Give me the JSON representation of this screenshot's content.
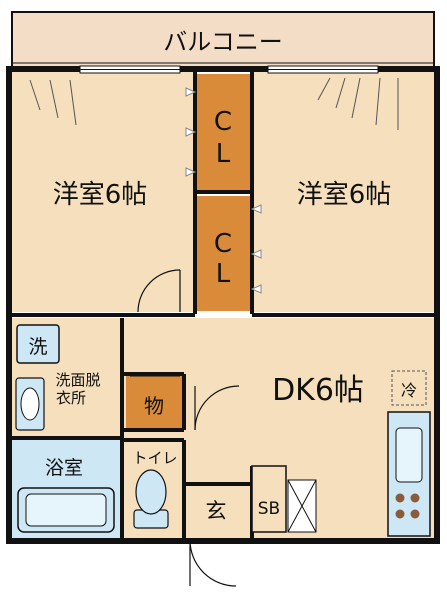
{
  "colors": {
    "floor": "#f5dfbd",
    "balcony": "#f3ddc6",
    "closet": "#d98b3a",
    "bath": "#cde7f5",
    "wall": "#111111",
    "fixture": "#8a5a3a"
  },
  "rooms": {
    "balcony": "バルコニー",
    "western_left": "洋室6帖",
    "western_right": "洋室6帖",
    "closet_top": "CL",
    "closet_bottom": "CL",
    "washer": "洗",
    "washroom_line1": "洗面脱",
    "washroom_line2": "衣所",
    "storage": "物",
    "dk": "DK6帖",
    "fridge": "冷",
    "bathroom": "浴室",
    "toilet": "トイレ",
    "entrance": "玄",
    "shoebox": "SB"
  }
}
